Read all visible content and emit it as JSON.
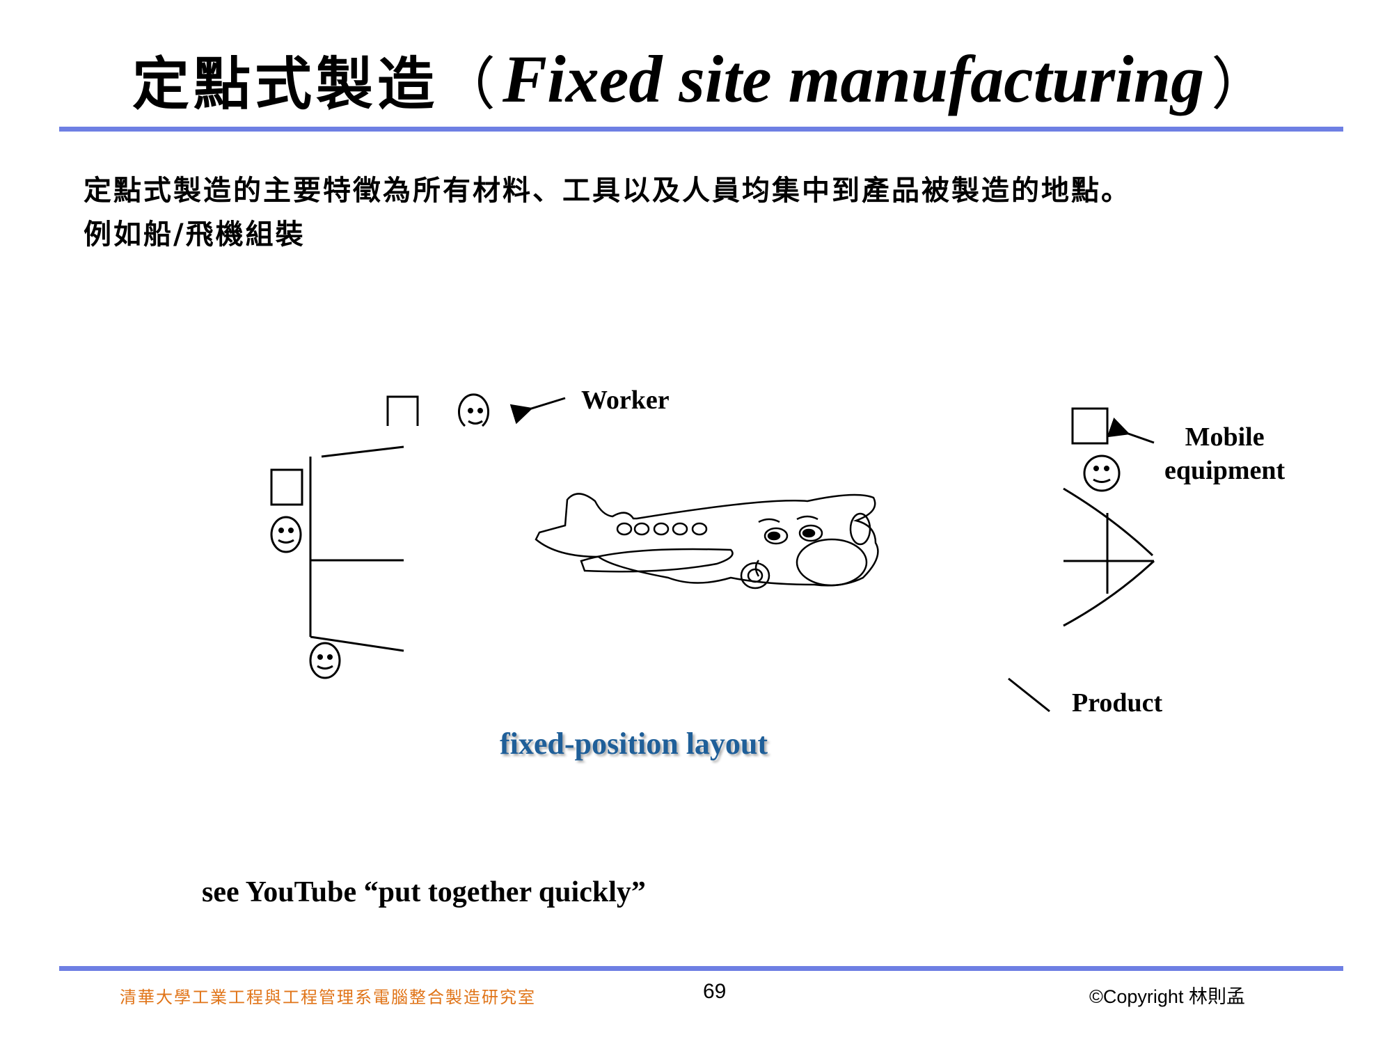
{
  "slide": {
    "title": {
      "cjk": "定點式製造",
      "open_paren": "（",
      "english": "Fixed site manufacturing",
      "close_paren": "）"
    },
    "body_lines": [
      "定點式製造的主要特徵為所有材料、工具以及人員均集中到產品被製造的地點。",
      "例如船/飛機組裝"
    ],
    "diagram": {
      "labels": {
        "worker": "Worker",
        "mobile_line1": "Mobile",
        "mobile_line2": "equipment",
        "product": "Product"
      },
      "caption": "fixed-position layout",
      "icons": [
        "worker-smiley-icon",
        "equipment-box-icon",
        "airplane-icon",
        "arrow-icon"
      ]
    },
    "note": "see YouTube “put together quickly”",
    "footer": {
      "lab": "清華大學工業工程與工程管理系電腦整合製造研究室",
      "page_number": "69",
      "copyright": "©Copyright 林則孟"
    },
    "colors": {
      "rule": "#6e7fe3",
      "caption": "#1f5f99",
      "footer_lab": "#e07418"
    }
  }
}
